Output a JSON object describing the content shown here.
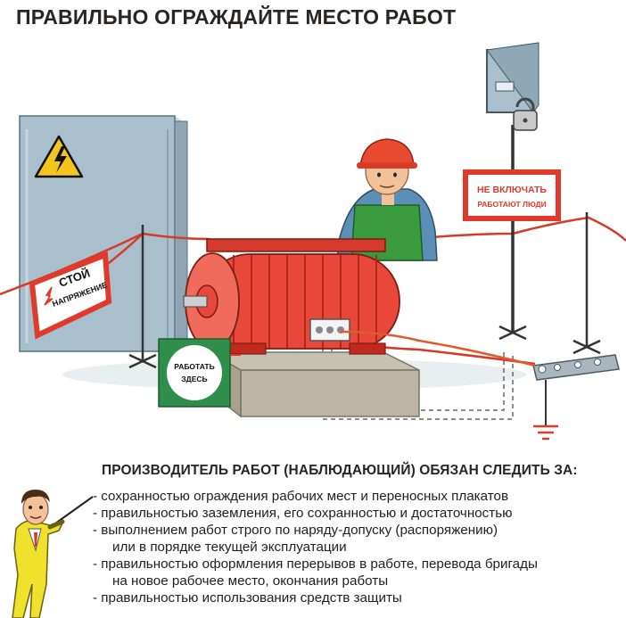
{
  "title": "ПРАВИЛЬНО ОГРАЖДАЙТЕ МЕСТО РАБОТ",
  "signs": {
    "stop": {
      "line1": "СТОЙ",
      "line2": "НАПРЯЖЕНИЕ"
    },
    "work_here": {
      "line1": "РАБОТАТЬ",
      "line2": "ЗДЕСЬ"
    },
    "do_not_switch": {
      "line1": "НЕ ВКЛЮЧАТЬ",
      "line2": "РАБОТАЮТ ЛЮДИ"
    }
  },
  "duties": {
    "heading": "ПРОИЗВОДИТЕЛЬ РАБОТ (НАБЛЮДАЮЩИЙ) ОБЯЗАН СЛЕДИТЬ ЗА:",
    "items": [
      {
        "line1": "- сохранностью ограждения рабочих мест и переносных плакатов",
        "line2": ""
      },
      {
        "line1": "- правильностью заземления, его сохранностью и достаточностью",
        "line2": ""
      },
      {
        "line1": "- выполнением работ строго по наряду-допуску (распоряжению)",
        "line2": "или в порядке текущей эксплуатации"
      },
      {
        "line1": "- правильностью оформления перерывов в работе, перевода бригады",
        "line2": "на новое рабочее место, окончания работы"
      },
      {
        "line1": "- правильностью использования средств защиты",
        "line2": ""
      }
    ]
  },
  "colors": {
    "panel": "#a9bfcc",
    "motor": "#e8473a",
    "sign_red": "#e03a2c",
    "sign_green": "#2f8f4a",
    "rope": "#d63a2a",
    "helmet": "#e84a30",
    "apron": "#3a9a3e"
  },
  "icons": [
    "high-voltage-icon",
    "padlock-icon",
    "ground-symbol-icon"
  ]
}
